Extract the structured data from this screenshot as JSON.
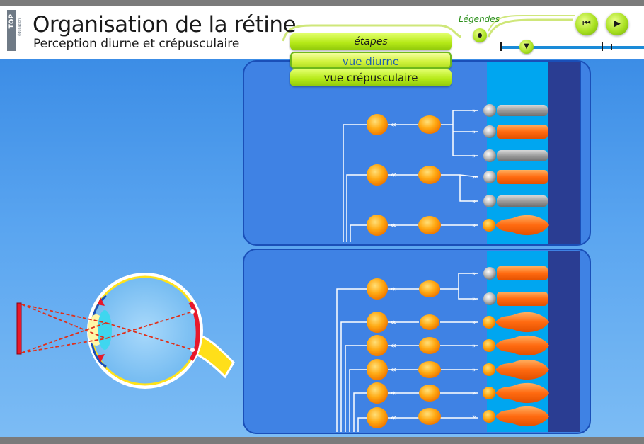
{
  "header": {
    "title": "Organisation de la rétine",
    "subtitle": "Perception diurne et crépusculaire",
    "logo_text": "TOP",
    "logo_subtext": "éducation"
  },
  "menu": {
    "etapes_label": "étapes",
    "diurne_label": "vue diurne",
    "crepusculaire_label": "vue crépusculaire",
    "selected": "vue diurne"
  },
  "controls": {
    "legendes_label": "Légendes",
    "rewind_icon": "rewind-icon",
    "play_icon": "play-icon",
    "scrubber_icon": "scrubber-arrow-icon"
  },
  "colors": {
    "accent_green": "#b6ea18",
    "panel_blue": "#3f82e4",
    "cone_orange": "#ff7a12",
    "rod_gray": "#9a9a9a",
    "bipolar_orange": "#ffa21c"
  }
}
